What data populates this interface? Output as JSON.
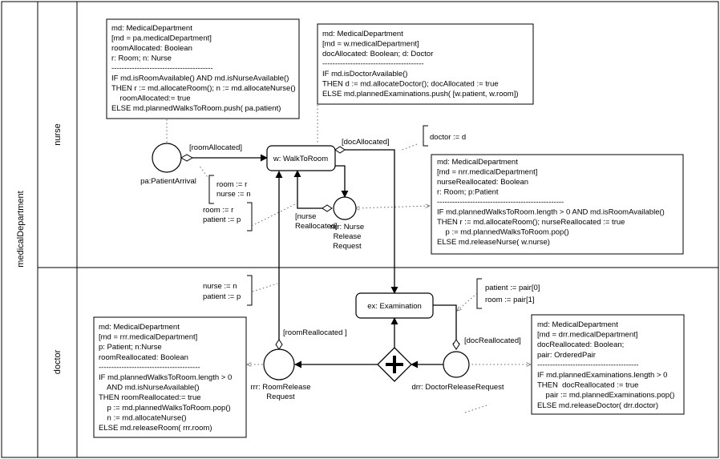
{
  "pool": {
    "label": "medicalDepartment"
  },
  "lanes": {
    "nurse": "nurse",
    "doctor": "doctor"
  },
  "nodes": {
    "walk": "w: WalkToRoom",
    "exam": "ex: Examination",
    "arrival": "pa:PatientArrival",
    "nrr": [
      "nrr: Nurse",
      "Release",
      "Request"
    ],
    "rrr": [
      "rrr: RoomRelease",
      "Request"
    ],
    "drr": "drr: DoctorReleaseRequest"
  },
  "conditions": {
    "room_allocated": "[roomAllocated]",
    "doc_allocated": "[docAllocated]",
    "nurse_reallocated": [
      "[nurse",
      "Reallocated]"
    ],
    "room_reallocated": "[roomReallocated ]",
    "doc_reallocated": "[docReallocated]"
  },
  "notes": {
    "arrival_rule": [
      "md: MedicalDepartment",
      "[md = pa.medicalDepartment]",
      "roomAllocated: Boolean",
      "r: Room; n: Nurse",
      "----------------------------------------",
      "IF md.isRoomAvailable() AND md.isNurseAvailable()",
      "THEN r := md.allocateRoom(); n := md.allocateNurse()",
      "    roomAllocated:= true",
      "ELSE md.plannedWalksToRoom.push( pa.patient)"
    ],
    "walk_rule": [
      "md: MedicalDepartment",
      "[md = w.medicalDepartment]",
      "docAllocated: Boolean; d: Doctor",
      "----------------------------------------",
      "IF md.isDoctorAvailable()",
      "THEN d := md.allocateDoctor(); docAllocated := true",
      "ELSE md.plannedExaminations.push( [w.patient, w.room])"
    ],
    "doctor_assign": [
      "doctor := d"
    ],
    "nrr_rule": [
      "md: MedicalDepartment",
      "[md = nrr.medicalDepartment]",
      "nurseReallocated: Boolean",
      "r: Room; p:Patient",
      "--------------------------------------------------",
      "IF md.plannedWalksToRoom.length > 0 AND md.isRoomAvailable()",
      "THEN r := md.allocateRoom(); nurseReallocated := true",
      "    p := md.plannedWalksToRoom.pop()",
      "ELSE md.releaseNurse( w.nurse)"
    ],
    "room_nurse_assign": [
      "room := r",
      "nurse := n"
    ],
    "room_patient_assign": [
      "room := r",
      "patient := p"
    ],
    "nurse_patient_assign": [
      "nurse := n",
      "patient := p"
    ],
    "pair_assign": [
      "patient := pair[0]",
      "room := pair[1]"
    ],
    "rrr_rule": [
      "md: MedicalDepartment",
      "[md = rrr.medicalDepartment]",
      "p: Patient; n:Nurse",
      "roomReallocated: Boolean",
      "----------------------------------------",
      "IF md.plannedWalksToRoom.length > 0",
      "    AND md.isNurseAvailable()",
      "THEN roomReallocated:= true",
      "    p := md.plannedWalksToRoom.pop()",
      "    n := md.allocateNurse()",
      "ELSE md.releaseRoom( rrr.room)"
    ],
    "drr_rule": [
      "md: MedicalDepartment",
      "[md = drr.medicalDepartment]",
      "docReallocated: Boolean;",
      "pair: OrderedPair",
      "----------------------------------------",
      "IF md.plannedExaminations.length > 0",
      "THEN  docReallocated := true",
      "    pair := md.plannedExaminations.pop()",
      "ELSE md.releaseDoctor( drr.doctor)"
    ]
  }
}
